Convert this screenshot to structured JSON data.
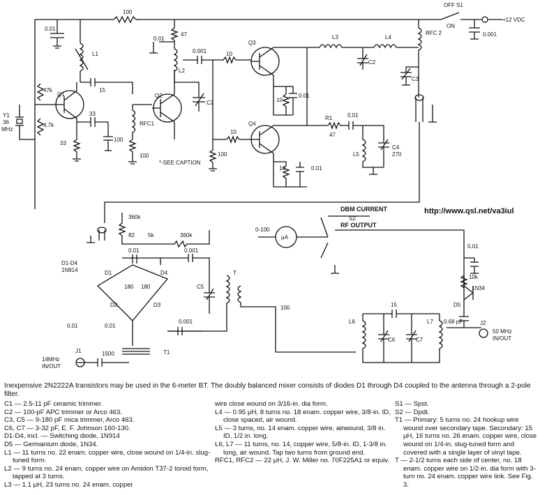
{
  "labels": {
    "r100_top": "100",
    "c001_a": "0.01",
    "l1": "L1",
    "r47k_a": "47k",
    "q1": "Q1",
    "y1": "Y1",
    "y1_freq": "36",
    "y1_unit": "MHz",
    "r47k_b": "4.7k",
    "r33": "33",
    "c15": "15",
    "c33": "33",
    "c100_a": "100",
    "rfc1": "RFC1",
    "r100_b": "100",
    "q2": "Q2",
    "c2_trim": "C2",
    "star_note": "*-SEE CAPTION",
    "r47": "47",
    "c001_b": "0.01",
    "l2": "L2",
    "c0001": "0.001",
    "r10_a": "10",
    "q3": "Q3",
    "l3": "L3",
    "l4": "L4",
    "c2": "C2",
    "c3": "C3",
    "rfc2": "RFC 2",
    "r10_b": "10",
    "c001_c": "0.01",
    "q4": "Q4",
    "r10_c": "10",
    "r100_c": "100",
    "r10_d": "10",
    "c001_d": "0.01",
    "r1": "R1",
    "r1_val": "47",
    "c001_e": "0.01",
    "l5": "L5",
    "c4": "C4",
    "c4_val": "270",
    "switch_off": "OFF",
    "s1": "S1",
    "switch_on": "ON",
    "v12": "+12 VDC",
    "c0001_b": "0.001",
    "dbm_current": "DBM CURRENT",
    "s2": "S2",
    "rf_output": "RF OUTPUT",
    "meter_range": "0-100",
    "meter": "μA",
    "url": "http://www.qsl.net/va3iul",
    "r360k_a": "360k",
    "r82": "82",
    "r5k": "5k",
    "r360k_b": "360k",
    "c001_f": "0.01",
    "c0001_c": "0.001",
    "d_group": "D1-D4",
    "d_type": "1N914",
    "d1": "D1",
    "d2": "D2",
    "d3": "D3",
    "d4": "D4",
    "c180_a": "180",
    "c180_b": "180",
    "c001_g": "0.01",
    "c001_h": "0.01",
    "c0001_d": "0.001",
    "c5": "C5",
    "t": "T",
    "c100_b": "100",
    "t1": "T1",
    "j1": "J1",
    "j1_freq": "14MHz",
    "j1_io": "IN/OUT",
    "c1500": "1500",
    "l6": "L6",
    "c15_b": "15",
    "c6": "C6",
    "c7": "C7",
    "l7": "L7",
    "c068": "0.68 pF",
    "j2": "J2",
    "j2_freq": "50 MHz",
    "j2_io": "IN/OUT",
    "c001_i": "0.01",
    "r10k": "10k",
    "d5_type": "1N34",
    "d5": "D5"
  },
  "caption": "Inexpensive 2N2222A transistors may be used in the 6-meter BT. The doubly balanced mixer consists of diodes D1 through D4 coupled to the antenna through a 2-pole filter.",
  "parts_col1": [
    "C1 — 2.5-11 pF ceramic trimmer.",
    "C2 — 100-pF APC trimmer or Arco 463.",
    "C3, C5 — 9-180 pF mica trimmer, Arco 463.",
    "C6, C7 — 3-32 pF, E. F. Johnson 160-130.",
    "D1-D4, incl. — Switching diode, 1N914",
    "D5 — Germanium diode, 1N34.",
    "L1 — 11 turns no. 22 enam. copper wire, close wound on 1/4-in. slug-tuned form.",
    "L2 — 9 turns no. 24 enam. copper wire on Amidon T37-2 toroid form, tapped at 3 turns.",
    "L3 — 1.1 μH, 23 turns no. 24 enam. copper"
  ],
  "parts_col2": [
    "wire close wound on 3/16-in. dia form.",
    "L4 — 0.95 μH, 8 turns no. 18 enam. copper wire, 3/8-in. ID, close spaced, air wound.",
    "L5 — 3 turns, no. 14 enam. copper wire, airwound, 3/8 in. ID, 1/2 in. long.",
    "L6, L7 — 11 turns, no. 14, copper wire, 5/8-in. ID, 1-3/8 in. long, air wound. Tap two turns from ground end.",
    "RFC1, RFC2 — 22 μH, J. W. Miller no. 70F225A1 or equiv."
  ],
  "parts_col3": [
    "S1 — Spst.",
    "S2 — Dpdt.",
    "T1 — Primary: 5 turns no. 24 hookup wire wound over secondary tape. Secondary: 15 μH, 16 turns no. 26 enam. copper wire, close wound on 1/4-in. slug-tuned form and covered with a single layer of vinyl tape.",
    "T — 2-1/2 turns each side of center, no. 18 enam. copper wire on 1/2-in. dia form with 3-turn no. 24 enam. copper wire link. See Fig. 3."
  ]
}
